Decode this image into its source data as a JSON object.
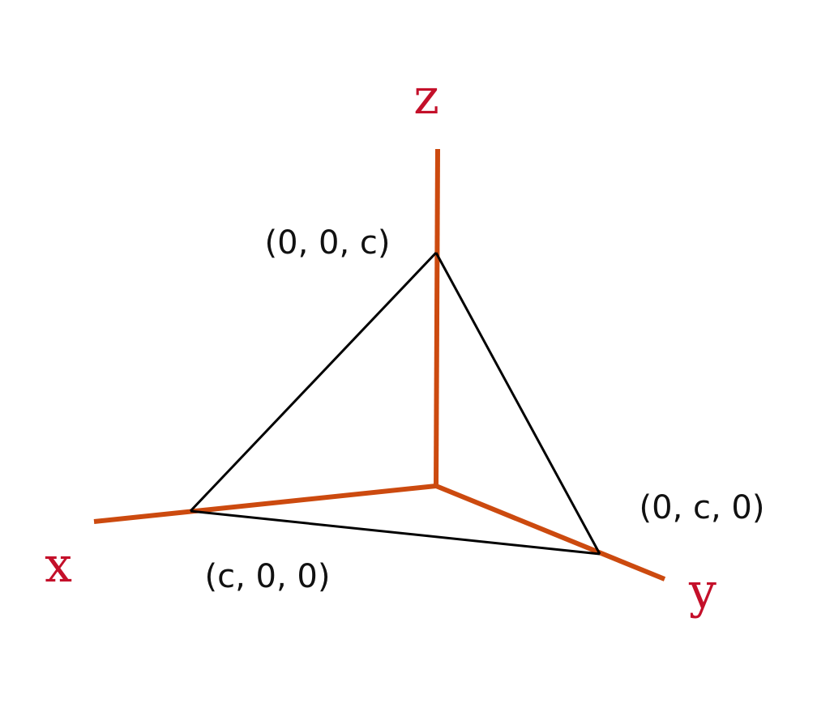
{
  "colors": {
    "axis": "#cc4a0f",
    "axis_label": "#c4102a",
    "edge": "#000000",
    "point_label": "#111111"
  },
  "axes": {
    "x_label": "x",
    "y_label": "y",
    "z_label": "z"
  },
  "points": {
    "x_intercept": "(c, 0, 0)",
    "y_intercept": "(0, c, 0)",
    "z_intercept": "(0, 0, c)"
  }
}
